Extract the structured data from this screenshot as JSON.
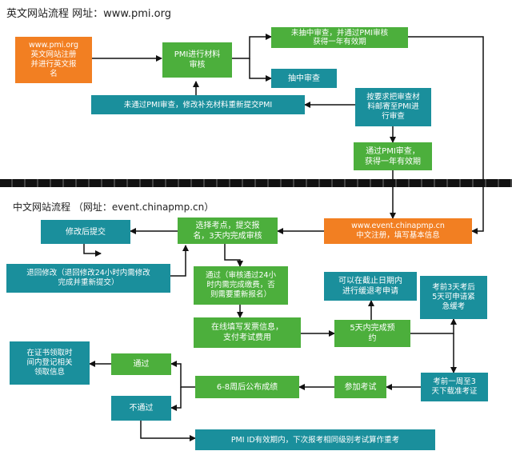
{
  "section_en": {
    "title": "英文网站流程   网址：www.pmi.org"
  },
  "section_cn": {
    "title": "中文网站流程    （网址：event.chinapmp.cn）"
  },
  "boxes": {
    "pmi_register": "www.pmi.org\n英文网站注册\n并进行英文报\n名",
    "pmi_review": "PMI进行材料\n审核",
    "not_sampled": "未抽中审查，并通过PMI审核\n获得一年有效期",
    "sampled": "抽中审查",
    "fail_resubmit": "未通过PMI审查，修改补充材料重新提交PMI",
    "mail_materials": "按要求把审查材\n料邮寄至PMI进\n行审查",
    "pass_review": "通过PMI审查，\n获得一年有效期",
    "chinapmp_register": "www.event.chinapmp.cn\n中文注册，填写基本信息",
    "choose_site": "选择考点，提交报\n名，3天内完成审核",
    "submit_after_edit": "修改后提交",
    "return_edit": "退回修改（退回修改24小时内需修改\n完成并重新提交）",
    "approved": "通过（审核通过24小\n时内需完成缴费，否\n则需要重新报名）",
    "invoice_pay": "在线填写发票信息，\n支付考试费用",
    "book_5days": "5天内完成预\n约",
    "defer_apply": "可以在截止日期内\n进行缓退考申请",
    "emergency_defer": "考前3天考后\n5天可申请紧\n急缓考",
    "download_ticket": "考前一周至3\n天下载准考证",
    "take_exam": "参加考试",
    "results": "6-8周后公布成绩",
    "pass": "通过",
    "fail": "不通过",
    "cert_info": "在证书领取时\n间内登记相关\n领取信息",
    "retake": "PMI ID有效期内，下次报考相同级别考试算作重考"
  },
  "colors": {
    "green": "#4caf3c",
    "teal": "#1a8f9c",
    "orange": "#f27f22",
    "arrow": "#111111"
  }
}
